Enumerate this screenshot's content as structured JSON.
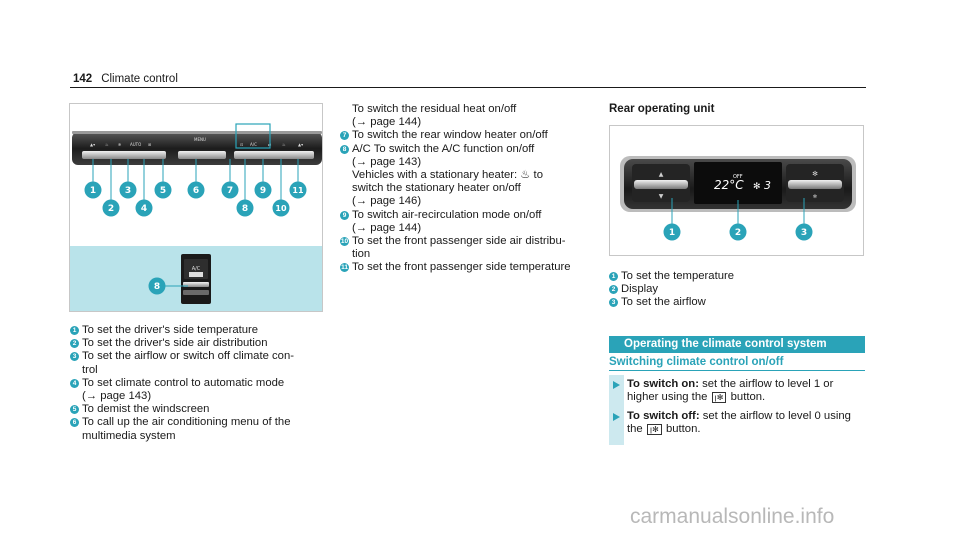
{
  "header": {
    "page_number": "142",
    "title": "Climate control"
  },
  "front_unit": {
    "markers": [
      "1",
      "2",
      "3",
      "4",
      "5",
      "6",
      "7",
      "8",
      "9",
      "10",
      "11"
    ],
    "bottom_marker": "8",
    "button_labels": [
      "AUTO",
      "MENU",
      "A/C"
    ]
  },
  "front_list": [
    {
      "n": "1",
      "text": "To set the driver's side temperature"
    },
    {
      "n": "2",
      "text": "To set the driver's side air distribution"
    },
    {
      "n": "3",
      "text": "To set the airflow or switch off climate con-"
    },
    {
      "n": "",
      "text": "trol"
    },
    {
      "n": "4",
      "text": "To set climate control to automatic mode"
    },
    {
      "n": "",
      "text": "(→ page 143)"
    },
    {
      "n": "5",
      "text": "To demist the windscreen"
    },
    {
      "n": "6",
      "text": "To call up the air conditioning menu of the"
    },
    {
      "n": "",
      "text": "multimedia system"
    }
  ],
  "front_list_cont": [
    {
      "n": "",
      "text": "To switch the residual heat on/off"
    },
    {
      "n": "",
      "text": "(→ page 144)"
    },
    {
      "n": "7",
      "text": "To switch the rear window heater on/off"
    },
    {
      "n": "8",
      "text": "A/C To switch the A/C function on/off"
    },
    {
      "n": "",
      "text": "(→ page 143)"
    },
    {
      "n": "",
      "text": "Vehicles with a stationary heater: ♨ to"
    },
    {
      "n": "",
      "text": "switch the stationary heater on/off"
    },
    {
      "n": "",
      "text": "(→ page 146)"
    },
    {
      "n": "9",
      "text": "To switch air-recirculation mode on/off"
    },
    {
      "n": "",
      "text": "(→ page 144)"
    },
    {
      "n": "10",
      "text": "To set the front passenger side air distribu-"
    },
    {
      "n": "",
      "text": "tion"
    },
    {
      "n": "11",
      "text": "To set the front passenger side temperature"
    }
  ],
  "rear": {
    "heading": "Rear operating unit",
    "display_temp": "22°C",
    "display_off": "OFF",
    "display_fan": "3",
    "markers": [
      "1",
      "2",
      "3"
    ],
    "items": [
      {
        "n": "1",
        "text": "To set the temperature"
      },
      {
        "n": "2",
        "text": "Display"
      },
      {
        "n": "3",
        "text": "To set the airflow"
      }
    ]
  },
  "section": {
    "title": "Operating the climate control system",
    "subtitle": "Switching climate control on/off",
    "on_label": "To switch on:",
    "on_text_a": "set the airflow to level 1 or",
    "on_text_b": "higher using the",
    "on_text_c": "button.",
    "off_label": "To switch off:",
    "off_text_a": "set the airflow to level 0 using",
    "off_text_b": "the",
    "off_text_c": "button.",
    "fan_icon": "ꞁ✻"
  },
  "watermark": "carmanualsonline.info",
  "colors": {
    "accent": "#2aa3b8",
    "panel_bg": "#b9e3ea"
  }
}
